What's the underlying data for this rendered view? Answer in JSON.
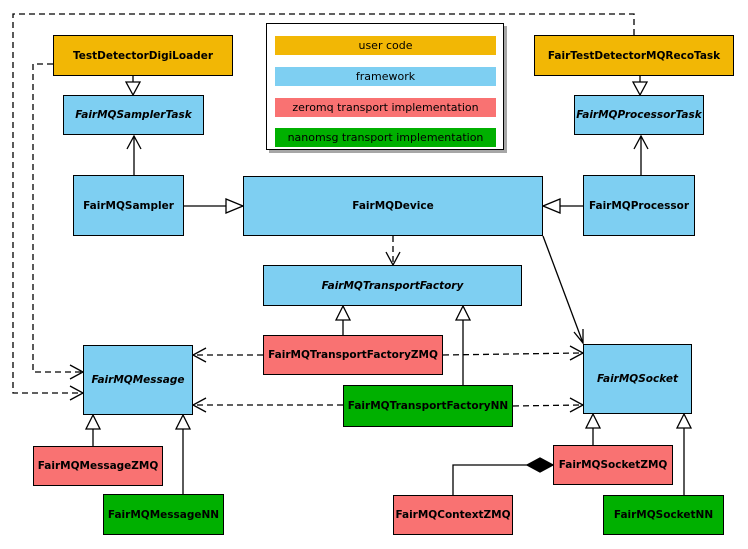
{
  "colors": {
    "user_code": "#F2B705",
    "framework": "#7ECFF2",
    "zeromq": "#F97272",
    "nanomsg": "#00B000"
  },
  "legend": {
    "items": [
      {
        "label": "user code",
        "category": "user_code"
      },
      {
        "label": "framework",
        "category": "framework"
      },
      {
        "label": "zeromq transport implementation",
        "category": "zeromq"
      },
      {
        "label": "nanomsg transport implementation",
        "category": "nanomsg"
      }
    ]
  },
  "nodes": {
    "test_detector_digi_loader": {
      "label": "TestDetectorDigiLoader",
      "category": "user_code",
      "abstract": false
    },
    "fair_test_detector_mq_reco_task": {
      "label": "FairTestDetectorMQRecoTask",
      "category": "user_code",
      "abstract": false
    },
    "fairmq_sampler_task": {
      "label": "FairMQSamplerTask",
      "category": "framework",
      "abstract": true
    },
    "fairmq_processor_task": {
      "label": "FairMQProcessorTask",
      "category": "framework",
      "abstract": true
    },
    "fairmq_sampler": {
      "label": "FairMQSampler",
      "category": "framework",
      "abstract": false
    },
    "fairmq_device": {
      "label": "FairMQDevice",
      "category": "framework",
      "abstract": false
    },
    "fairmq_processor": {
      "label": "FairMQProcessor",
      "category": "framework",
      "abstract": false
    },
    "fairmq_transport_factory": {
      "label": "FairMQTransportFactory",
      "category": "framework",
      "abstract": true
    },
    "fairmq_transport_factory_zmq": {
      "label": "FairMQTransportFactoryZMQ",
      "category": "zeromq",
      "abstract": false
    },
    "fairmq_transport_factory_nn": {
      "label": "FairMQTransportFactoryNN",
      "category": "nanomsg",
      "abstract": false
    },
    "fairmq_message": {
      "label": "FairMQMessage",
      "category": "framework",
      "abstract": true
    },
    "fairmq_socket": {
      "label": "FairMQSocket",
      "category": "framework",
      "abstract": true
    },
    "fairmq_message_zmq": {
      "label": "FairMQMessageZMQ",
      "category": "zeromq",
      "abstract": false
    },
    "fairmq_message_nn": {
      "label": "FairMQMessageNN",
      "category": "nanomsg",
      "abstract": false
    },
    "fairmq_socket_zmq": {
      "label": "FairMQSocketZMQ",
      "category": "zeromq",
      "abstract": false
    },
    "fairmq_context_zmq": {
      "label": "FairMQContextZMQ",
      "category": "zeromq",
      "abstract": false
    },
    "fairmq_socket_nn": {
      "label": "FairMQSocketNN",
      "category": "nanomsg",
      "abstract": false
    }
  },
  "edges": [
    {
      "from": "TestDetectorDigiLoader",
      "to": "FairMQSamplerTask",
      "type": "inheritance"
    },
    {
      "from": "FairTestDetectorMQRecoTask",
      "to": "FairMQProcessorTask",
      "type": "inheritance"
    },
    {
      "from": "FairMQSampler",
      "to": "FairMQDevice",
      "type": "inheritance"
    },
    {
      "from": "FairMQProcessor",
      "to": "FairMQDevice",
      "type": "inheritance"
    },
    {
      "from": "FairMQTransportFactoryZMQ",
      "to": "FairMQTransportFactory",
      "type": "inheritance"
    },
    {
      "from": "FairMQTransportFactoryNN",
      "to": "FairMQTransportFactory",
      "type": "inheritance"
    },
    {
      "from": "FairMQMessageZMQ",
      "to": "FairMQMessage",
      "type": "inheritance"
    },
    {
      "from": "FairMQMessageNN",
      "to": "FairMQMessage",
      "type": "inheritance"
    },
    {
      "from": "FairMQSocketZMQ",
      "to": "FairMQSocket",
      "type": "inheritance"
    },
    {
      "from": "FairMQSocketNN",
      "to": "FairMQSocket",
      "type": "inheritance"
    },
    {
      "from": "FairMQSampler",
      "to": "FairMQSamplerTask",
      "type": "association"
    },
    {
      "from": "FairMQProcessor",
      "to": "FairMQProcessorTask",
      "type": "association"
    },
    {
      "from": "FairMQDevice",
      "to": "FairMQSocket",
      "type": "association"
    },
    {
      "from": "FairMQDevice",
      "to": "FairMQTransportFactory",
      "type": "dependency"
    },
    {
      "from": "TestDetectorDigiLoader",
      "to": "FairMQMessage",
      "type": "dependency"
    },
    {
      "from": "FairTestDetectorMQRecoTask",
      "to": "FairMQMessage",
      "type": "dependency"
    },
    {
      "from": "FairMQTransportFactoryZMQ",
      "to": "FairMQMessage",
      "type": "dependency"
    },
    {
      "from": "FairMQTransportFactoryZMQ",
      "to": "FairMQSocket",
      "type": "dependency"
    },
    {
      "from": "FairMQTransportFactoryNN",
      "to": "FairMQMessage",
      "type": "dependency"
    },
    {
      "from": "FairMQTransportFactoryNN",
      "to": "FairMQSocket",
      "type": "dependency"
    },
    {
      "from": "FairMQContextZMQ",
      "to": "FairMQSocketZMQ",
      "type": "composition"
    }
  ]
}
